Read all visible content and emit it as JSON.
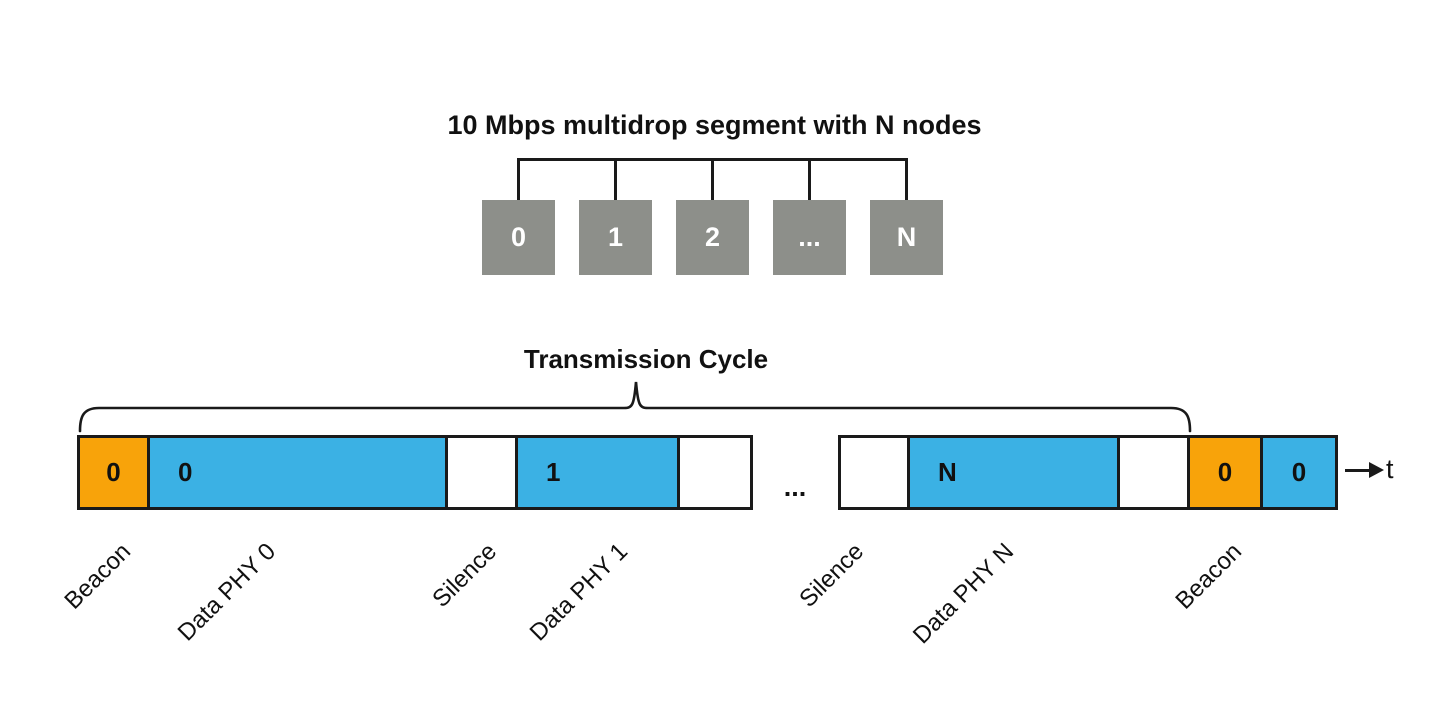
{
  "palette": {
    "beacon_orange": "#F8A30A",
    "data_blue": "#3BB1E4",
    "node_gray": "#8D8F8A",
    "line_black": "#1A1A1A"
  },
  "network": {
    "title": "10 Mbps multidrop segment with N nodes",
    "nodes": [
      "0",
      "1",
      "2",
      "...",
      "N"
    ]
  },
  "timeline": {
    "cycle_label": "Transmission Cycle",
    "gap_label": "...",
    "time_axis_label": "t",
    "bar1_segments": [
      {
        "label": "0",
        "kind": "beacon"
      },
      {
        "label": "0",
        "kind": "data"
      },
      {
        "label": "",
        "kind": "silence"
      },
      {
        "label": "1",
        "kind": "data"
      },
      {
        "label": "",
        "kind": "silence"
      }
    ],
    "bar2_segments": [
      {
        "label": "",
        "kind": "silence"
      },
      {
        "label": "N",
        "kind": "data"
      },
      {
        "label": "",
        "kind": "silence"
      },
      {
        "label": "0",
        "kind": "beacon"
      },
      {
        "label": "0",
        "kind": "data"
      }
    ],
    "slot_labels": [
      "Beacon",
      "Data PHY 0",
      "Silence",
      "Data PHY 1",
      "Silence",
      "Data PHY N",
      "Beacon"
    ]
  }
}
